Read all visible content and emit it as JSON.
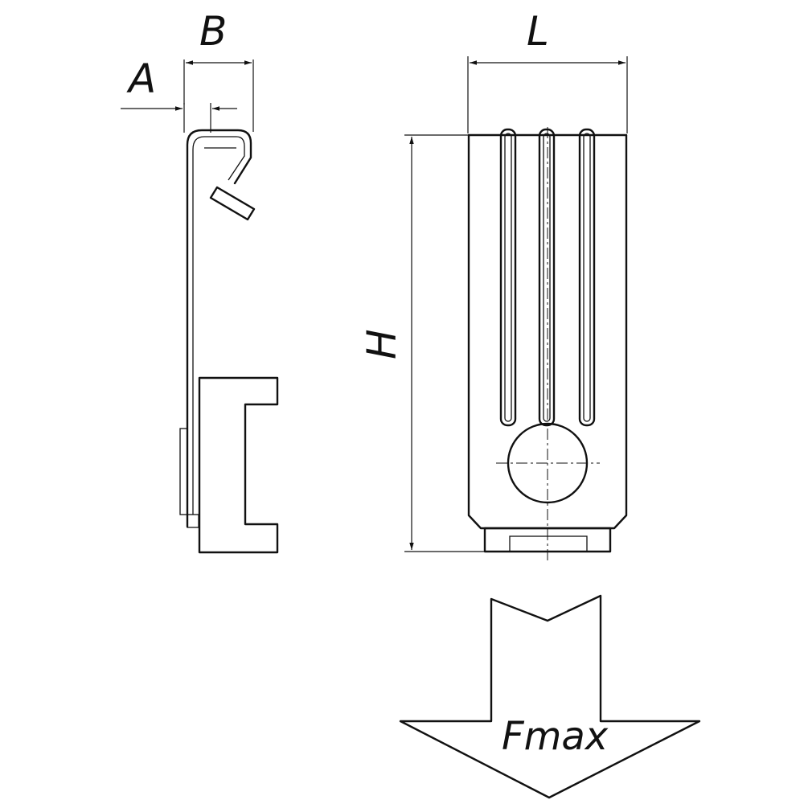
{
  "dimensions": {
    "a_label": "A",
    "b_label": "B",
    "l_label": "L",
    "h_label": "H"
  },
  "force": {
    "label": "Fmax"
  }
}
